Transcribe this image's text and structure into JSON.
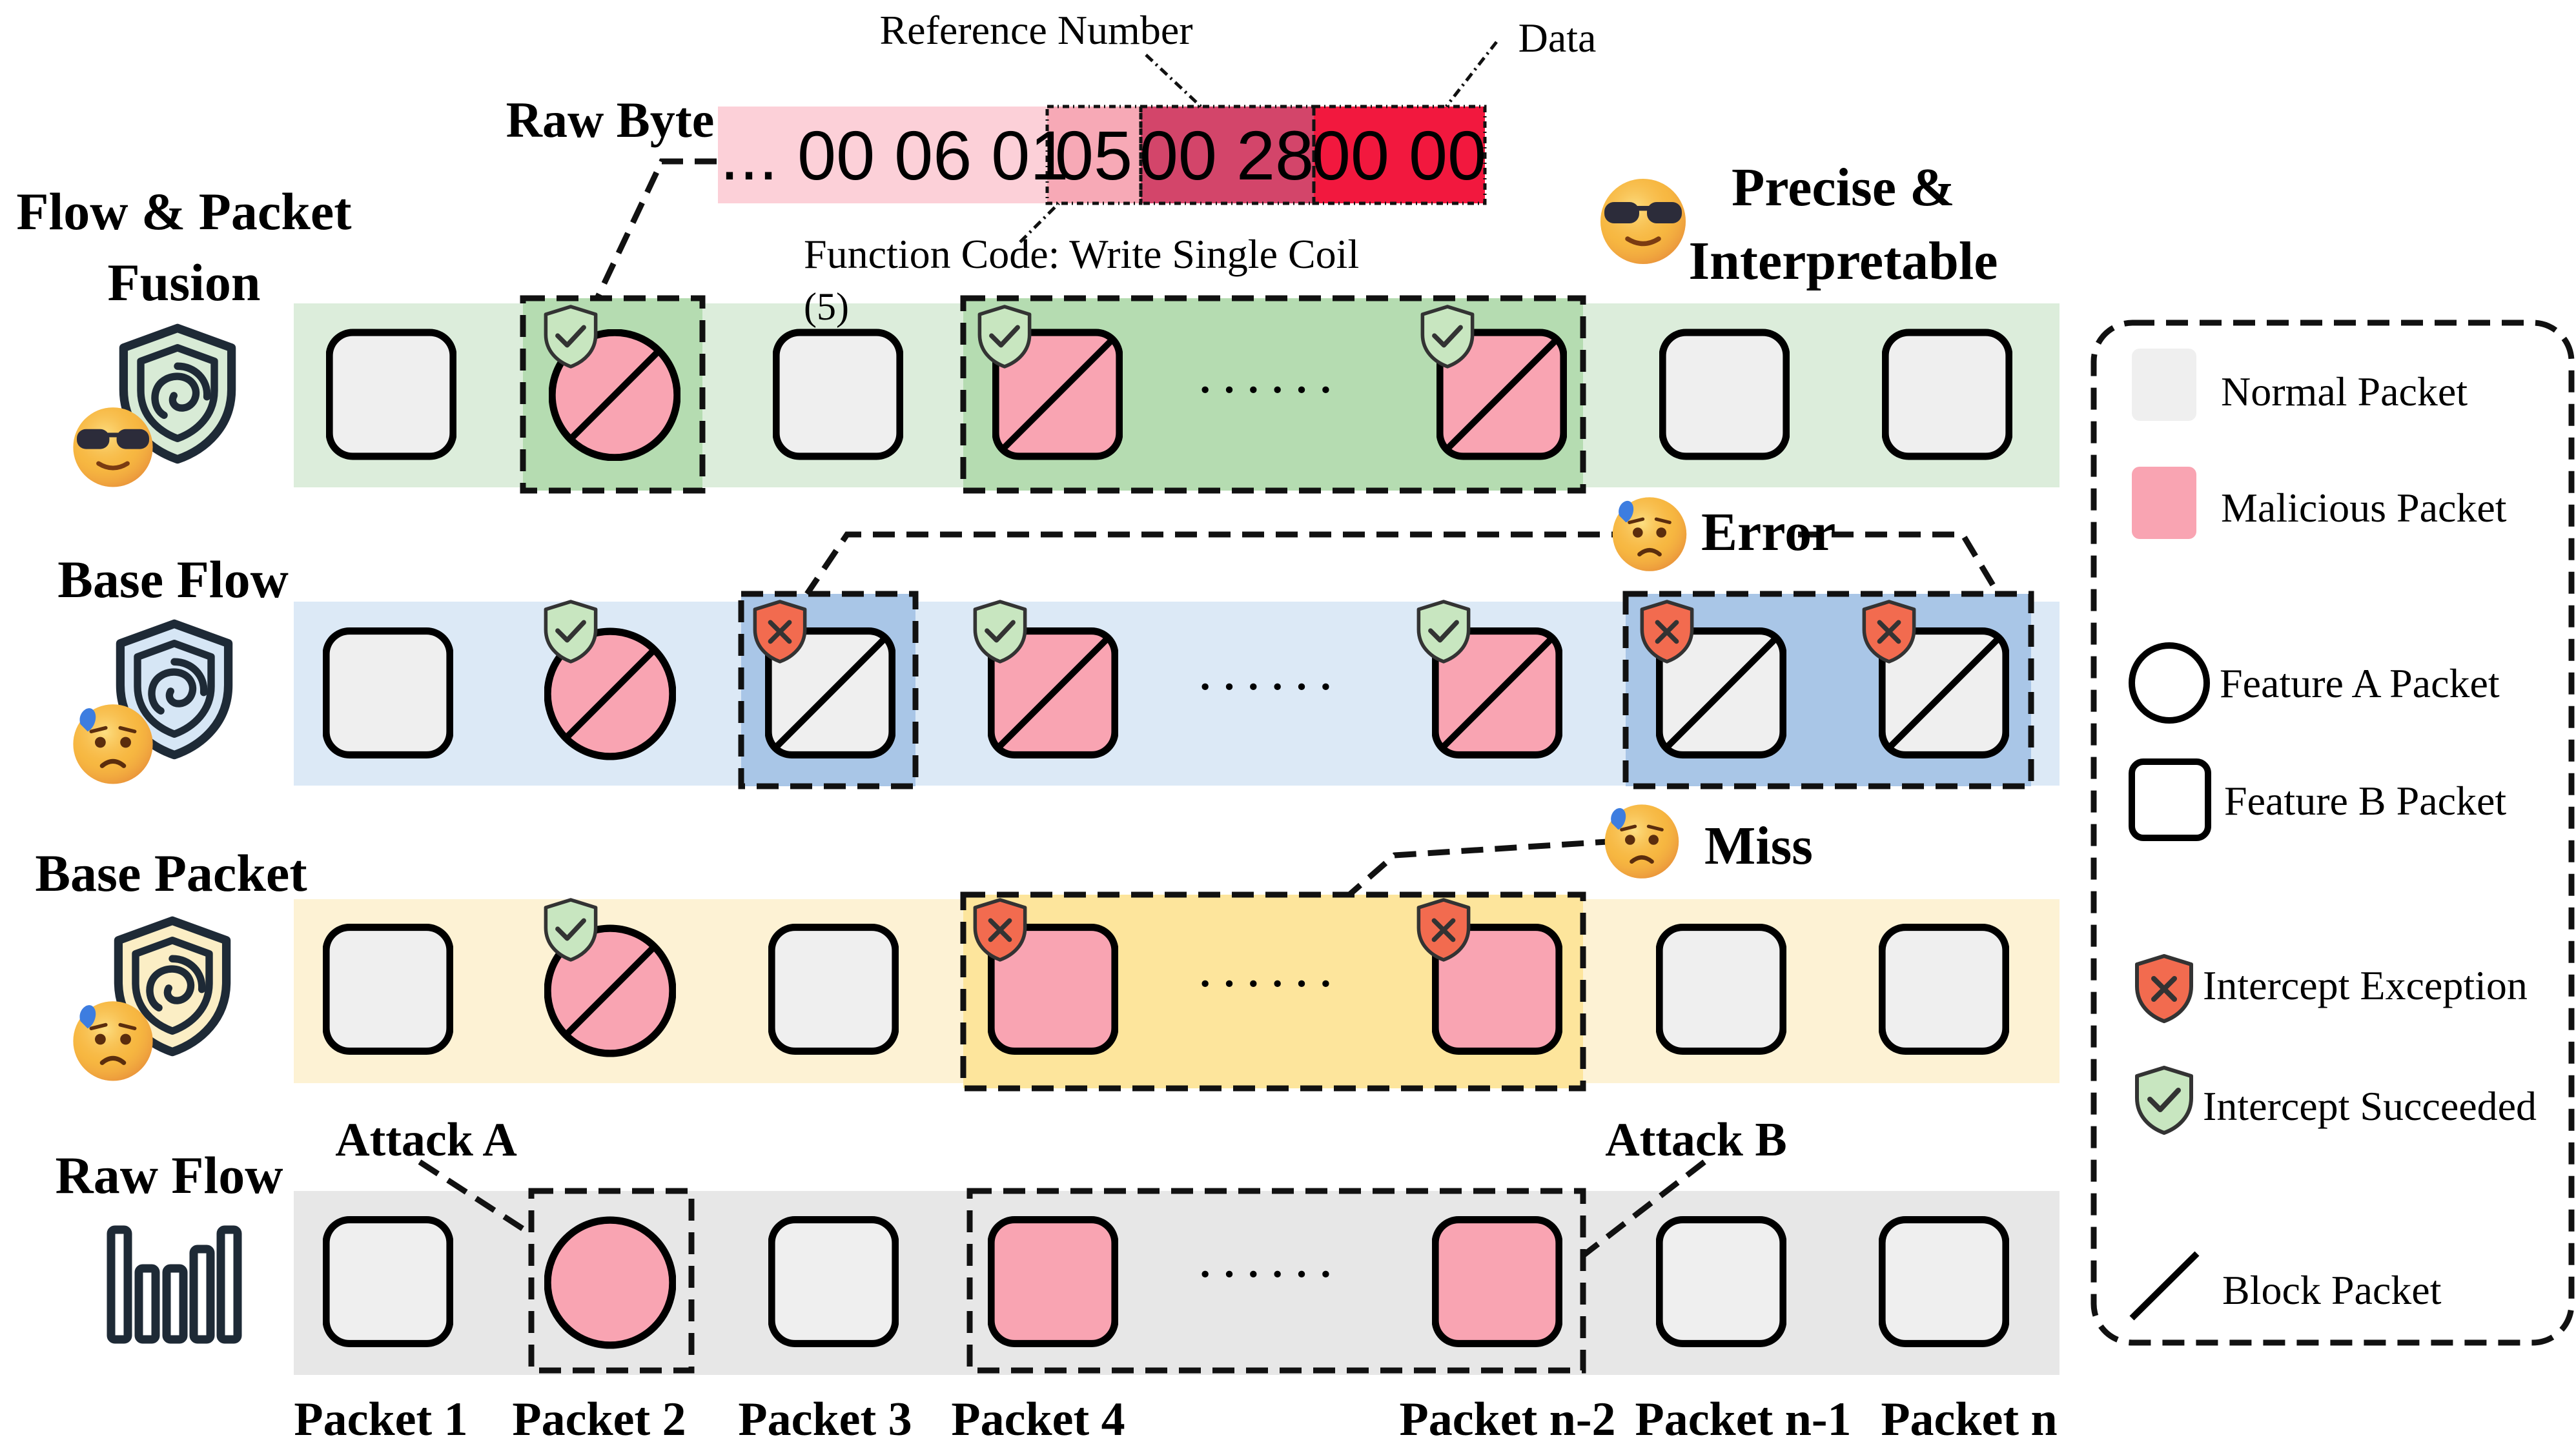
{
  "colors": {
    "fusion_band": "#dceddb",
    "fusion_highlight": "#b5dcb1",
    "flow_band": "#dce9f6",
    "flow_highlight": "#a9c6e7",
    "packet_band": "#fdf2d4",
    "packet_highlight": "#fde59c",
    "raw_band": "#e7e7e7",
    "normal": "#efefef",
    "malicious": "#f9a4b2",
    "hex_light": "#fcd0d8",
    "hex_mid": "#f7a9b6",
    "hex_dark": "#d3456a",
    "hex_red": "#f2183e",
    "shield_ok": "#c8e6c0",
    "shield_err": "#f26b4f"
  },
  "raw_byte": {
    "label": "Raw Byte",
    "prefix": "... 00 06 01",
    "function_code": "05",
    "reference": "00 28",
    "data": "00 00",
    "reference_label": "Reference Number",
    "data_label": "Data",
    "function_label_line1": "Function Code: Write Single Coil",
    "function_label_line2": "(5)"
  },
  "rows": {
    "fusion": {
      "label_line1": "Flow & Packet",
      "label_line2": "Fusion",
      "icon": "shield-cool-icon"
    },
    "flow": {
      "label": "Base Flow",
      "icon": "shield-worried-icon"
    },
    "packet": {
      "label": "Base Packet",
      "icon": "shield-worried-icon"
    },
    "raw": {
      "label": "Raw Flow",
      "icon": "traffic-bars-icon"
    }
  },
  "annotations": {
    "precise_line1": "Precise &",
    "precise_line2": "Interpretable",
    "error": "Error",
    "miss": "Miss",
    "attack_a": "Attack A",
    "attack_b": "Attack B",
    "ellipsis": "· · · · · ·"
  },
  "packets": [
    "Packet 1",
    "Packet 2",
    "Packet 3",
    "Packet 4",
    "Packet n-2",
    "Packet n-1",
    "Packet n"
  ],
  "legend": {
    "normal": "Normal Packet",
    "malicious": "Malicious Packet",
    "feature_a": "Feature A Packet",
    "feature_b": "Feature B Packet",
    "exception": "Intercept Exception",
    "succeeded": "Intercept Succeeded",
    "block": "Block Packet"
  }
}
